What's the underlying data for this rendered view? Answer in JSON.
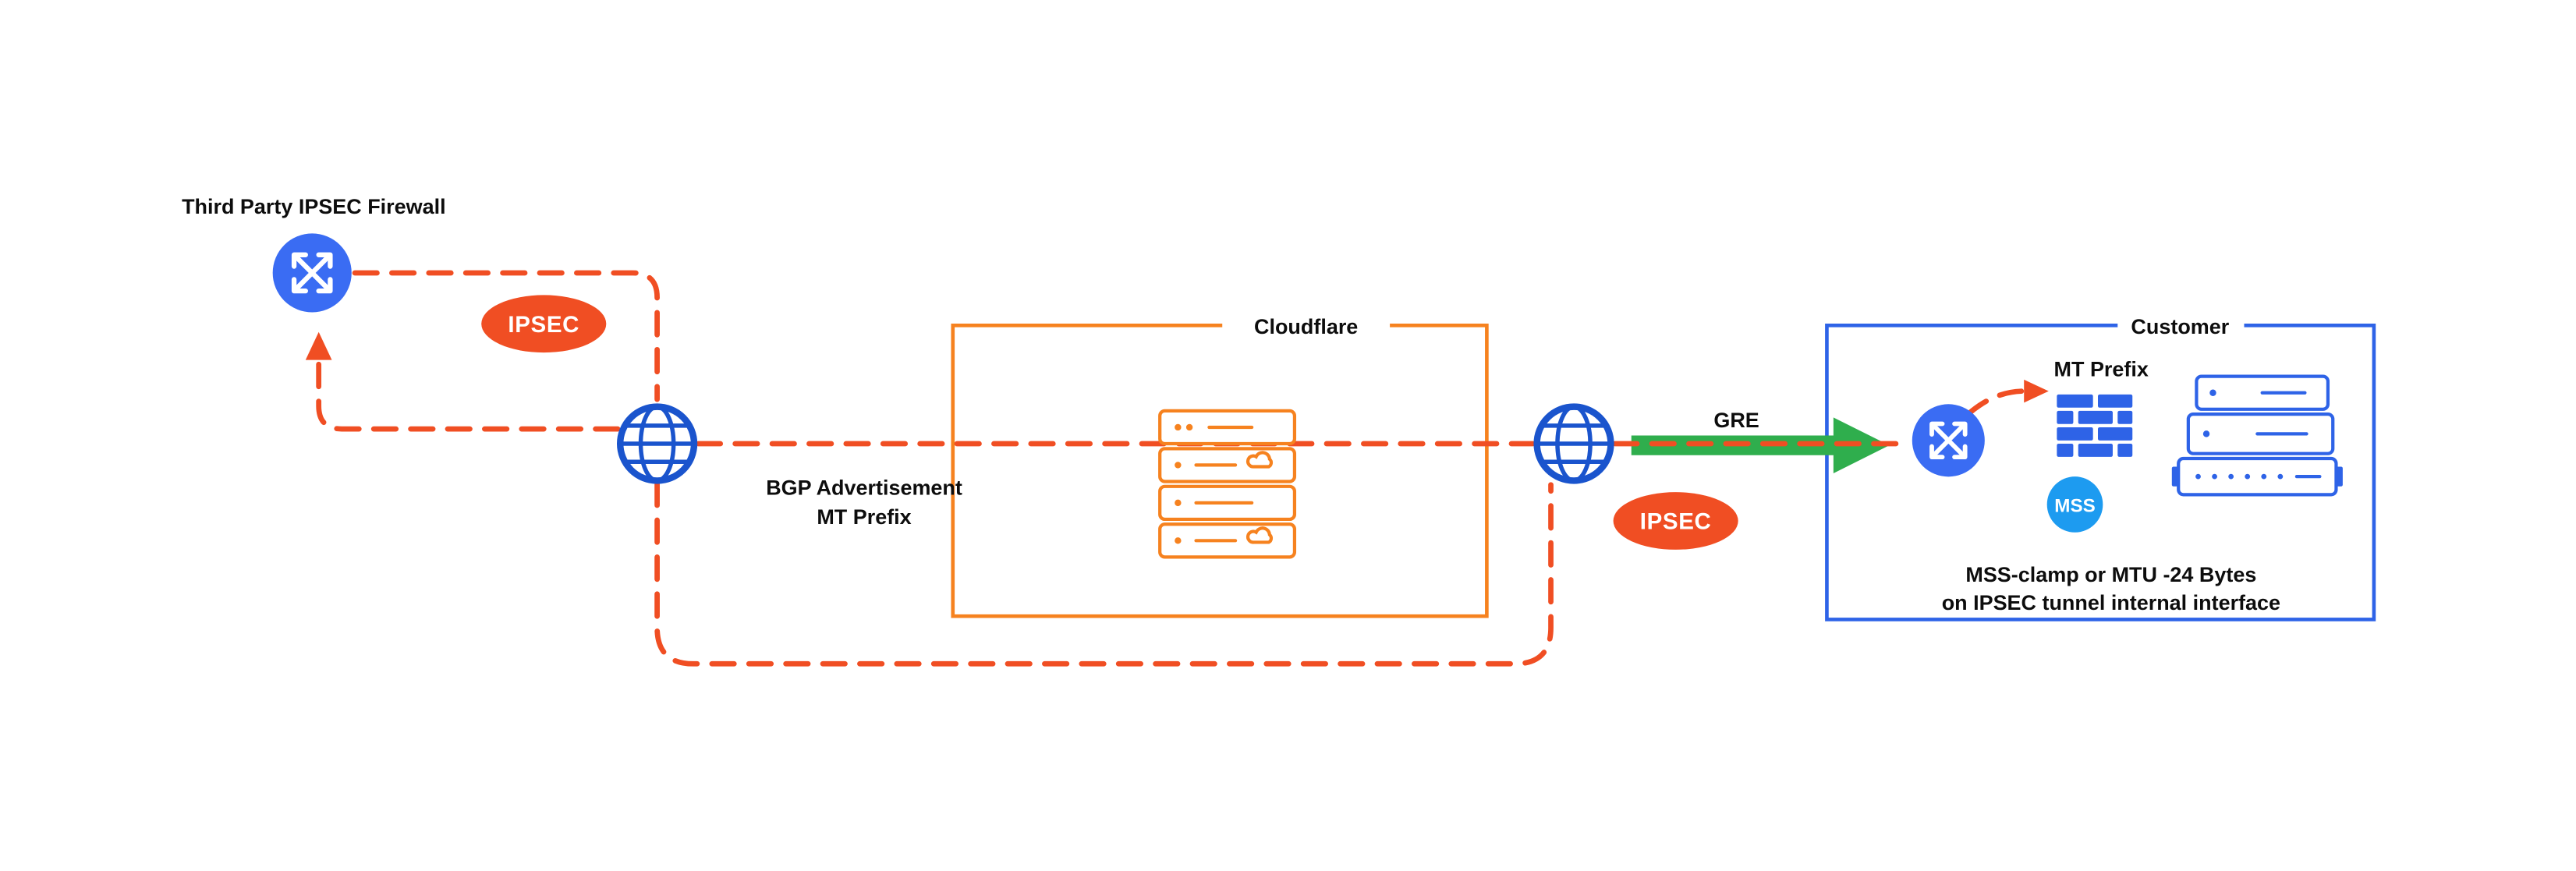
{
  "colors": {
    "dash_orange": "#f04e23",
    "cf_orange": "#f6821f",
    "primary_blue": "#2e63e7",
    "router_blue": "#3a6cf3",
    "globe_blue": "#1a54cd",
    "sky_blue": "#1d9bf0",
    "green": "#2fae4d",
    "text": "#0d0d0d",
    "background": "#ffffff"
  },
  "firewall": {
    "label": "Third Party IPSEC Firewall"
  },
  "tunnels": {
    "ipsec_left_badge": "IPSEC",
    "ipsec_right_badge": "IPSEC",
    "gre_label": "GRE"
  },
  "bgp": {
    "line1": "BGP Advertisement",
    "line2": "MT Prefix"
  },
  "cloudflare_box": {
    "label": "Cloudflare"
  },
  "customer_box": {
    "label": "Customer",
    "mt_prefix_label": "MT Prefix",
    "mss_badge": "MSS",
    "note_line1": "MSS-clamp or MTU -24 Bytes",
    "note_line2": "on IPSEC tunnel internal interface"
  }
}
